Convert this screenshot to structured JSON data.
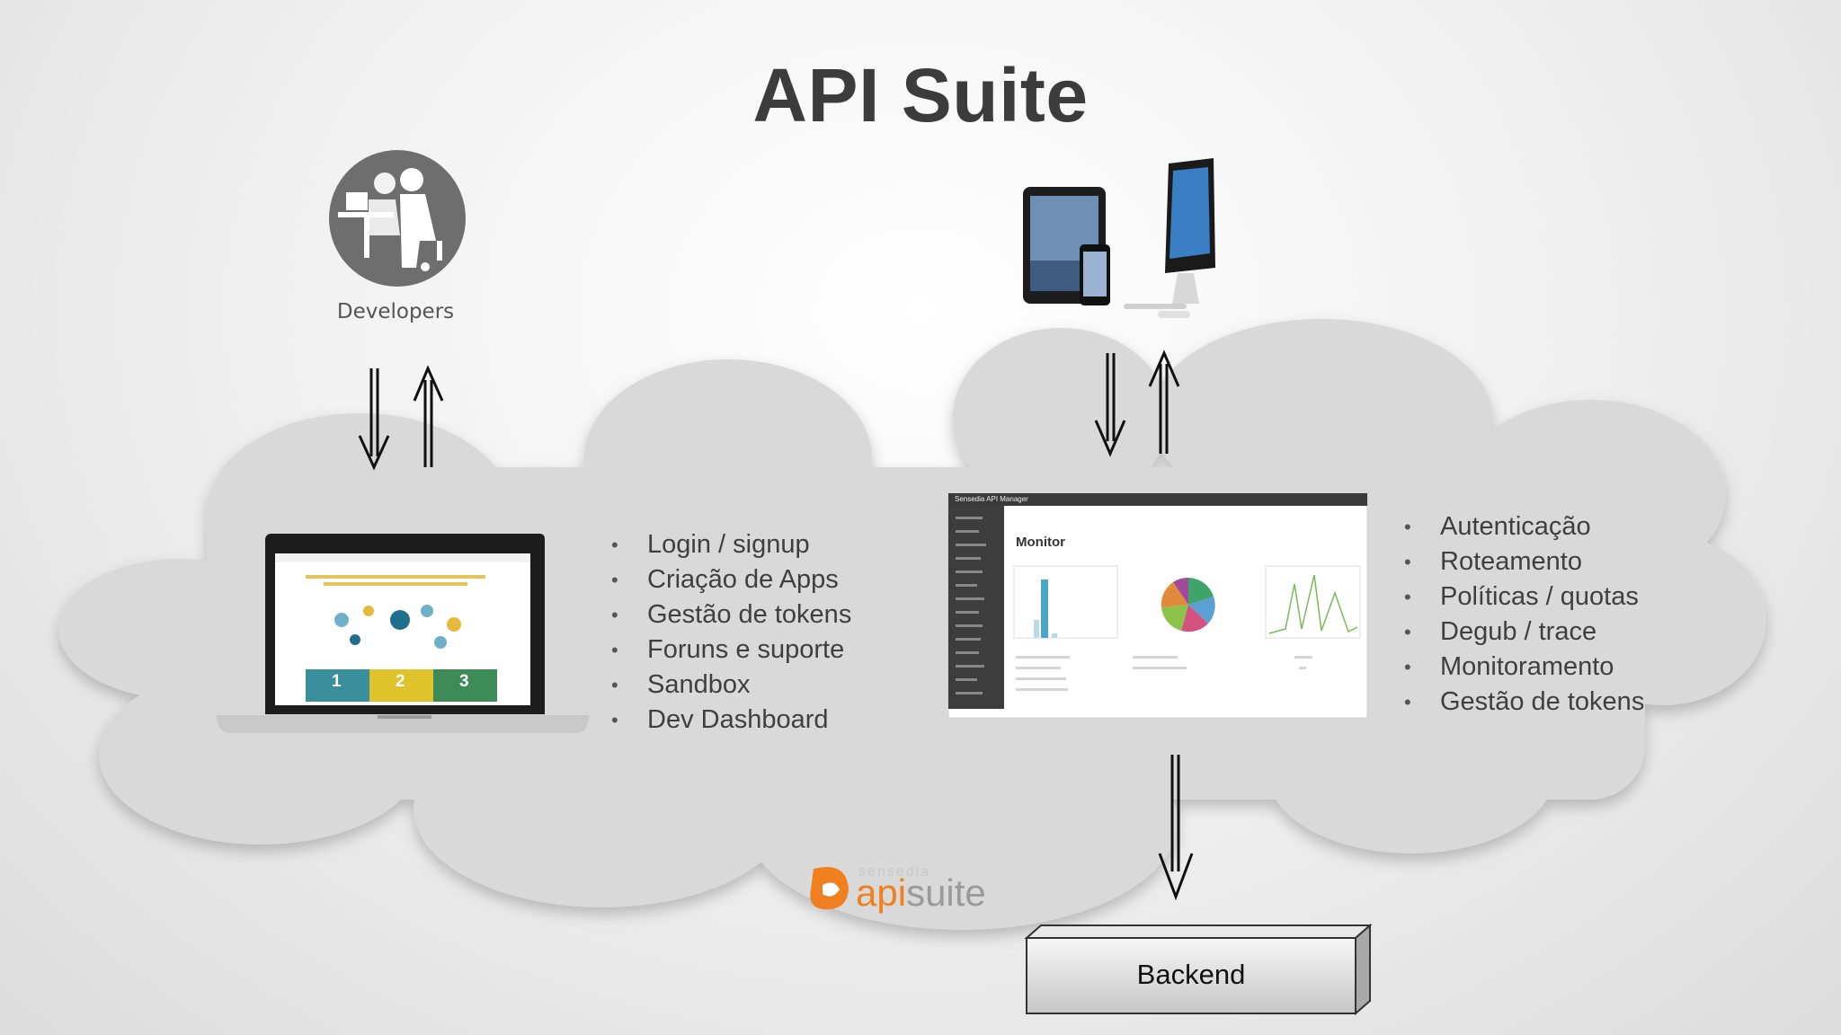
{
  "title": "API Suite",
  "developers": {
    "label": "Developers"
  },
  "developer_portal_features": [
    "Login / signup",
    "Criação de Apps",
    "Gestão de tokens",
    "Foruns e suporte",
    "Sandbox",
    "Dev Dashboard"
  ],
  "gateway_features": [
    "Autenticação",
    "Roteamento",
    "Políticas / quotas",
    "Degub / trace",
    "Monitoramento",
    "Gestão de tokens"
  ],
  "laptop_screen": {
    "steps": [
      "1",
      "2",
      "3"
    ]
  },
  "monitor_screen": {
    "app_name": "Sensedia API Manager",
    "heading": "Monitor"
  },
  "backend": {
    "label": "Backend"
  },
  "logo": {
    "brand": "sensedia",
    "product_api": "api",
    "product_suite": "suite",
    "accent": "#f07f1f"
  },
  "icons": [
    "developers-icon",
    "devices-icon",
    "laptop-screenshot",
    "monitor-dashboard-screenshot",
    "sensedia-logo"
  ]
}
